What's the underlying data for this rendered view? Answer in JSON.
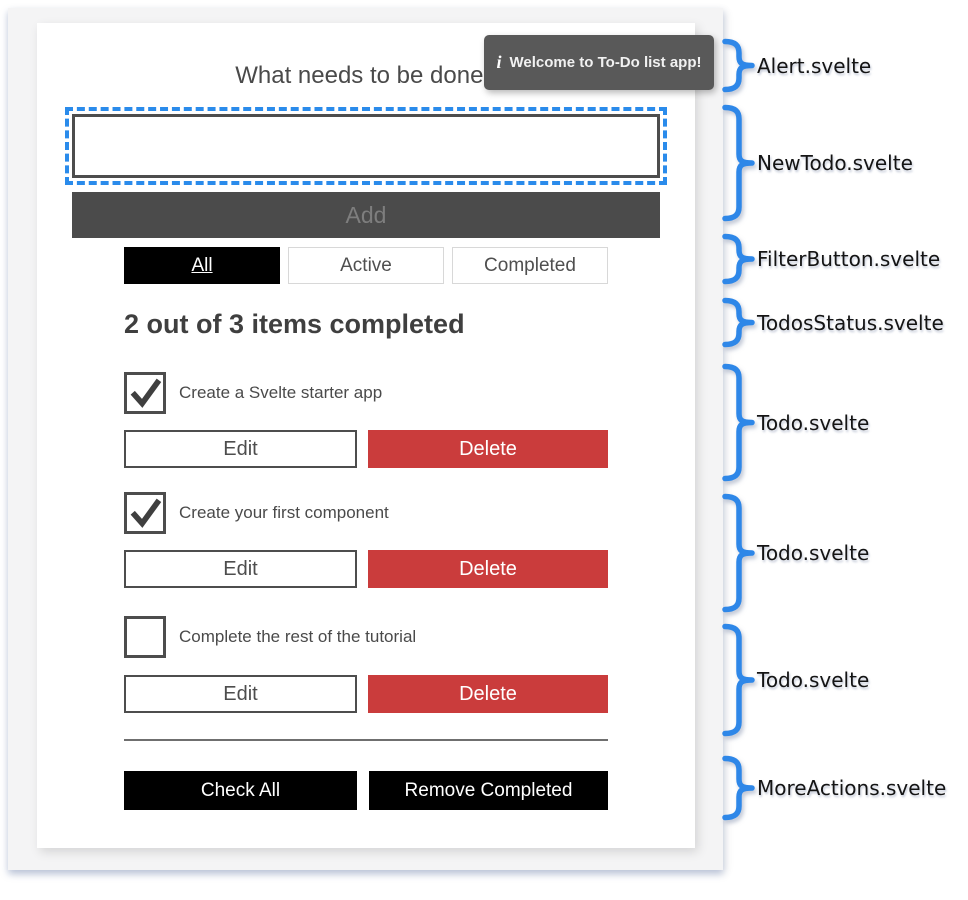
{
  "app": {
    "alert": {
      "icon": "info-italic-icon",
      "text": "Welcome to To-Do list app!"
    },
    "heading": "What needs to be done?",
    "new_todo": {
      "input_value": "",
      "add_label": "Add"
    },
    "filters": [
      {
        "label": "All",
        "selected": true
      },
      {
        "label": "Active",
        "selected": false
      },
      {
        "label": "Completed",
        "selected": false
      }
    ],
    "status": "2 out of 3 items completed",
    "todos": [
      {
        "label": "Create a Svelte starter app",
        "checked": true,
        "edit_label": "Edit",
        "delete_label": "Delete"
      },
      {
        "label": "Create your first component",
        "checked": true,
        "edit_label": "Edit",
        "delete_label": "Delete"
      },
      {
        "label": "Complete the rest of the tutorial",
        "checked": false,
        "edit_label": "Edit",
        "delete_label": "Delete"
      }
    ],
    "more_actions": {
      "check_all": "Check All",
      "remove_completed": "Remove Completed"
    }
  },
  "annotations": [
    {
      "label": "Alert.svelte"
    },
    {
      "label": "NewTodo.svelte"
    },
    {
      "label": "FilterButton.svelte"
    },
    {
      "label": "TodosStatus.svelte"
    },
    {
      "label": "Todo.svelte"
    },
    {
      "label": "Todo.svelte"
    },
    {
      "label": "Todo.svelte"
    },
    {
      "label": "MoreActions.svelte"
    }
  ],
  "colors": {
    "brace_blue": "#2e87e8",
    "focus_outline_blue": "#2a8beb",
    "danger_red": "#ca3c3c",
    "primary_black": "#000000",
    "tooltip_gray": "#595959",
    "add_disabled_bg": "#4b4b4b"
  }
}
